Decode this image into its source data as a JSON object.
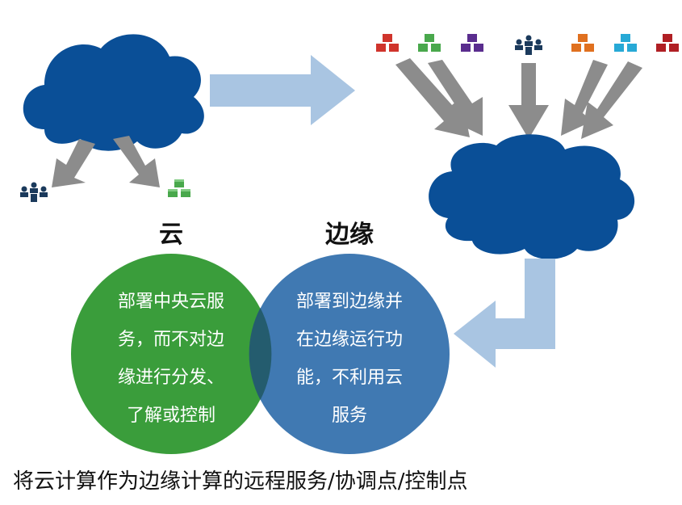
{
  "diagram": {
    "cloud_label": "云",
    "edge_label": "边缘",
    "cloud_circle_lines": [
      "部署中央云服",
      "务，而不对边",
      "缘进行分发、",
      "了解或控制"
    ],
    "edge_circle_lines": [
      "部署到边缘并",
      "在边缘运行功",
      "能，不利用云",
      "服务"
    ],
    "caption": "将云计算作为边缘计算的远程服务/协调点/控制点"
  },
  "colors": {
    "cloud": "#0a4f97",
    "arrow_gray": "#8c8c8c",
    "arrow_light_blue": "#a9c5e2",
    "circle_green": "#3a9d3b",
    "circle_blue": "#3a75b0",
    "overlap": "#245c6e",
    "node_navy": "#1b3a5c",
    "node_green": "#49a84c",
    "node_red": "#d0342c",
    "node_purple": "#5a2d8e",
    "node_orange": "#e0701f",
    "node_cyan": "#27a9d6",
    "node_darkred": "#b01f24"
  },
  "icons": {
    "left_people": "people-group-icon",
    "left_cubes": "cube-stack-icon",
    "top_row": [
      "cube-stack-icon",
      "cube-stack-icon",
      "cube-stack-icon",
      "people-group-icon",
      "cube-stack-icon",
      "cube-stack-icon",
      "cube-stack-icon"
    ]
  }
}
